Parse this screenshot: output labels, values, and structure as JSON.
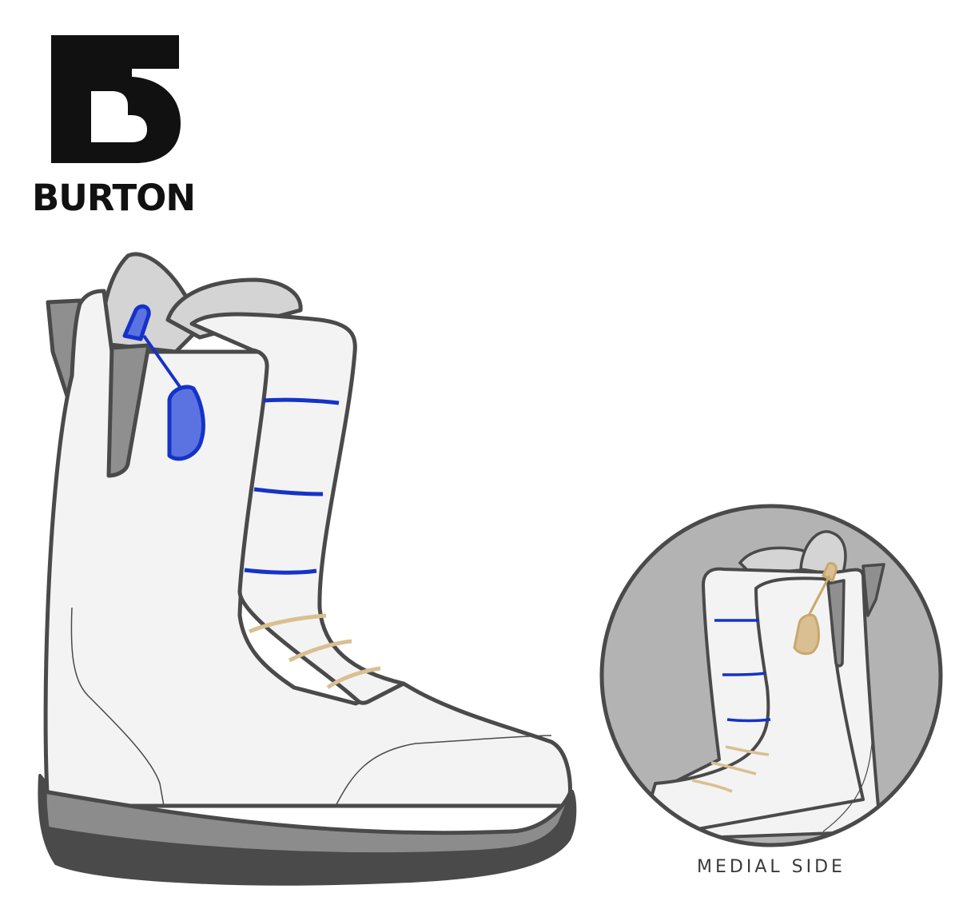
{
  "brand": {
    "wordmark": "BURTON",
    "logo_color": "#111111"
  },
  "inset": {
    "label": "MEDIAL SIDE"
  },
  "colors": {
    "outline": "#4a4a4a",
    "shell": "#f3f3f3",
    "liner": "#d4d4d4",
    "tongue_gray": "#8f8f8f",
    "sole": "#4a4a4a",
    "midsole": "#8c8c8c",
    "lace_blue": "#1533c8",
    "pull_blue": "#5b73e0",
    "lace_tan": "#d9bf92",
    "inset_background": "#b3b3b3"
  },
  "icons": [
    "burton-logo-icon",
    "boot-lateral-illustration",
    "boot-medial-illustration"
  ]
}
